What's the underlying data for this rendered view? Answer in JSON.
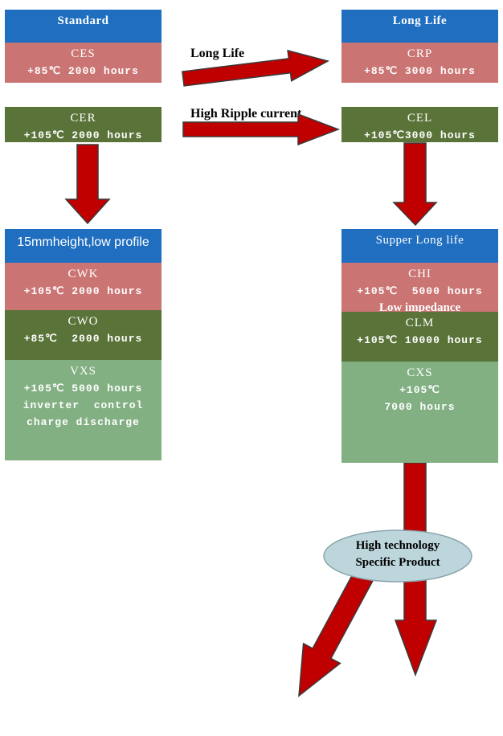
{
  "headers": {
    "standard": "Standard",
    "long_life": "Long Life",
    "low_profile": "15mmheight,low profile",
    "supper_long_life": "Supper Long life"
  },
  "boxes": {
    "ces": {
      "name": "CES",
      "spec": "+85℃ 2000 hours"
    },
    "crp": {
      "name": "CRP",
      "spec": "+85℃ 3000 hours"
    },
    "cer": {
      "name": "CER",
      "spec": "+105℃ 2000 hours"
    },
    "cel": {
      "name": "CEL",
      "spec": "+105℃3000 hours"
    },
    "cwk": {
      "name": "CWK",
      "spec": "+105℃ 2000 hours"
    },
    "cwo": {
      "name": "CWO",
      "spec": "+85℃  2000 hours"
    },
    "vxs": {
      "name": "VXS",
      "spec": "+105℃ 5000 hours",
      "line3": "inverter  control",
      "line4": "charge discharge"
    },
    "chi": {
      "name": "CHI",
      "spec": "+105℃  5000 hours",
      "note": "Low impedance"
    },
    "clm": {
      "name": "CLM",
      "spec": "+105℃ 10000 hours"
    },
    "cxs": {
      "name": "CXS",
      "spec": "+105℃",
      "line3": "7000 hours"
    }
  },
  "arrow_labels": {
    "long_life": "Long Life",
    "high_ripple": "High Ripple current"
  },
  "ellipse": {
    "line1": "High technology",
    "line2": "Specific Product"
  },
  "colors": {
    "header_blue": "#1f6ec0",
    "pink": "#ca7473",
    "olive_green": "#5a7338",
    "light_green": "#82b082",
    "arrow_red": "#c00000",
    "arrow_outline": "#3a3a3a",
    "ellipse_fill": "#bdd6dc",
    "ellipse_stroke": "#8aa5ad",
    "text_white": "#ffffff",
    "text_black": "#000000"
  }
}
